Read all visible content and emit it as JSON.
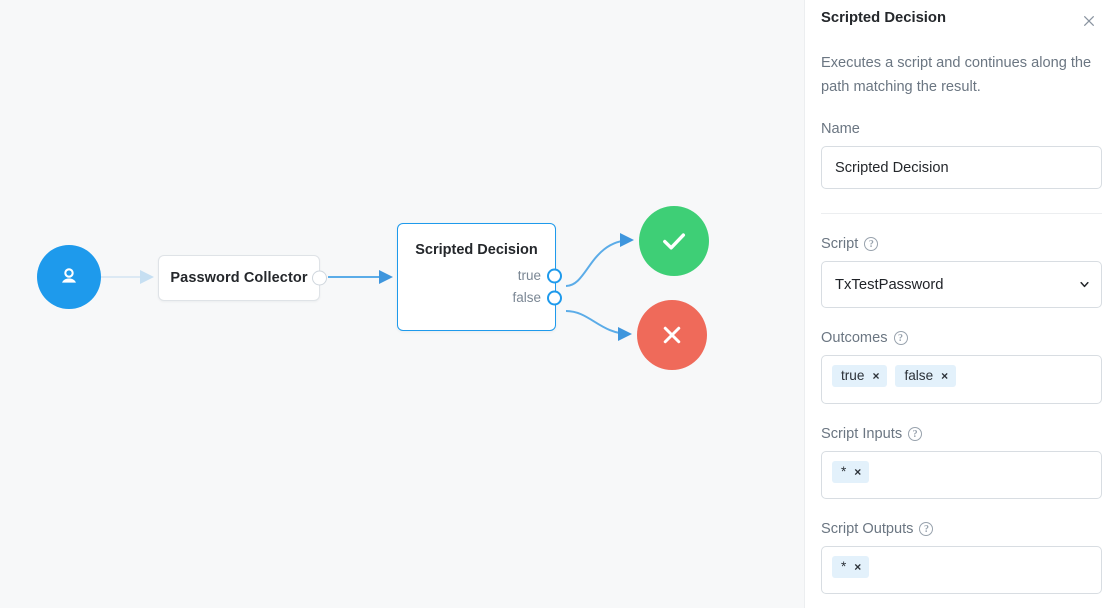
{
  "canvas": {
    "start_node": {
      "icon": "user-icon",
      "color": "#1e9aec"
    },
    "nodes": [
      {
        "title": "Password Collector",
        "selected": false
      },
      {
        "title": "Scripted Decision",
        "selected": true,
        "ports": [
          {
            "label": "true"
          },
          {
            "label": "false"
          }
        ]
      }
    ],
    "end_nodes": [
      {
        "kind": "success",
        "icon": "check-icon",
        "color": "#3ecf76"
      },
      {
        "kind": "failure",
        "icon": "x-icon",
        "color": "#ef6a5a"
      }
    ],
    "connector_color": "#5bace8"
  },
  "panel": {
    "title": "Scripted Decision",
    "close_icon": "close-icon",
    "description": "Executes a script and continues along the path matching the result.",
    "name": {
      "label": "Name",
      "value": "Scripted Decision"
    },
    "script": {
      "label": "Script",
      "help_icon": "help-icon",
      "selected": "TxTestPassword",
      "chevron_icon": "chevron-down-icon"
    },
    "outcomes": {
      "label": "Outcomes",
      "help_icon": "help-icon",
      "chips": [
        {
          "text": "true",
          "remove": "×"
        },
        {
          "text": "false",
          "remove": "×"
        }
      ]
    },
    "script_inputs": {
      "label": "Script Inputs",
      "help_icon": "help-icon",
      "chips": [
        {
          "text": "*",
          "remove": "×"
        }
      ]
    },
    "script_outputs": {
      "label": "Script Outputs",
      "help_icon": "help-icon",
      "chips": [
        {
          "text": "*",
          "remove": "×"
        }
      ]
    },
    "help_glyph": "?"
  }
}
